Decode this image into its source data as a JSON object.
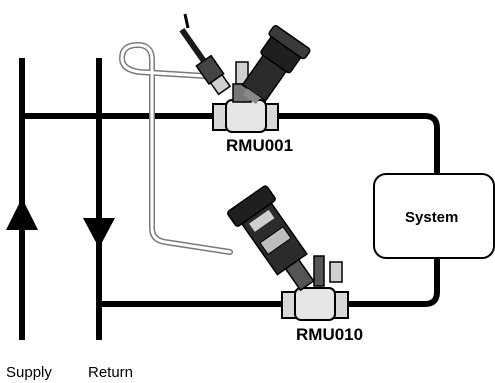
{
  "labels": {
    "valve_top": "RMU001",
    "valve_bottom": "RMU010",
    "system": "System",
    "supply": "Supply",
    "return": "Return"
  },
  "colors": {
    "line": "#000000",
    "valve_body": "#2b2b2b",
    "valve_light": "#bfbfbf",
    "capillary": "#9a9a9a",
    "background": "#ffffff"
  }
}
